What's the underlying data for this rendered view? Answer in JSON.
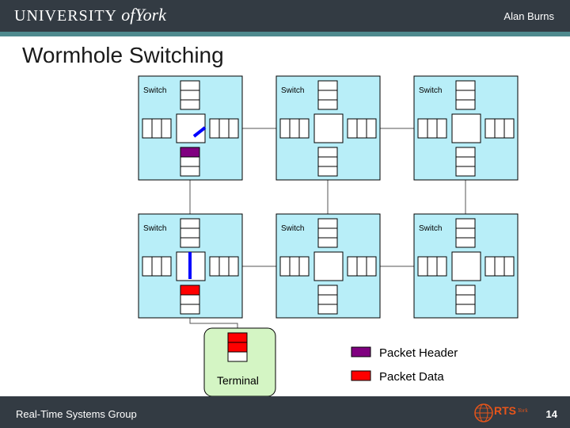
{
  "header": {
    "logo_text_a": "UNIVERSITY",
    "logo_text_b": "of",
    "logo_text_c": "York",
    "author": "Alan Burns"
  },
  "slide": {
    "title": "Wormhole Switching"
  },
  "diagram": {
    "switch_label": "Switch",
    "terminal_label": "Terminal",
    "legend": [
      {
        "label": "Packet Header",
        "color": "#800080"
      },
      {
        "label": "Packet Data",
        "color": "#ff0000"
      }
    ],
    "colors": {
      "switch_fill": "#b8eef8",
      "terminal_fill": "#d4f5c4",
      "link": "#0000ff",
      "header": "#800080",
      "data": "#ff0000"
    }
  },
  "footer": {
    "group": "Real-Time Systems Group",
    "logo_rts": "RTS",
    "logo_york": "York",
    "page": "14"
  }
}
